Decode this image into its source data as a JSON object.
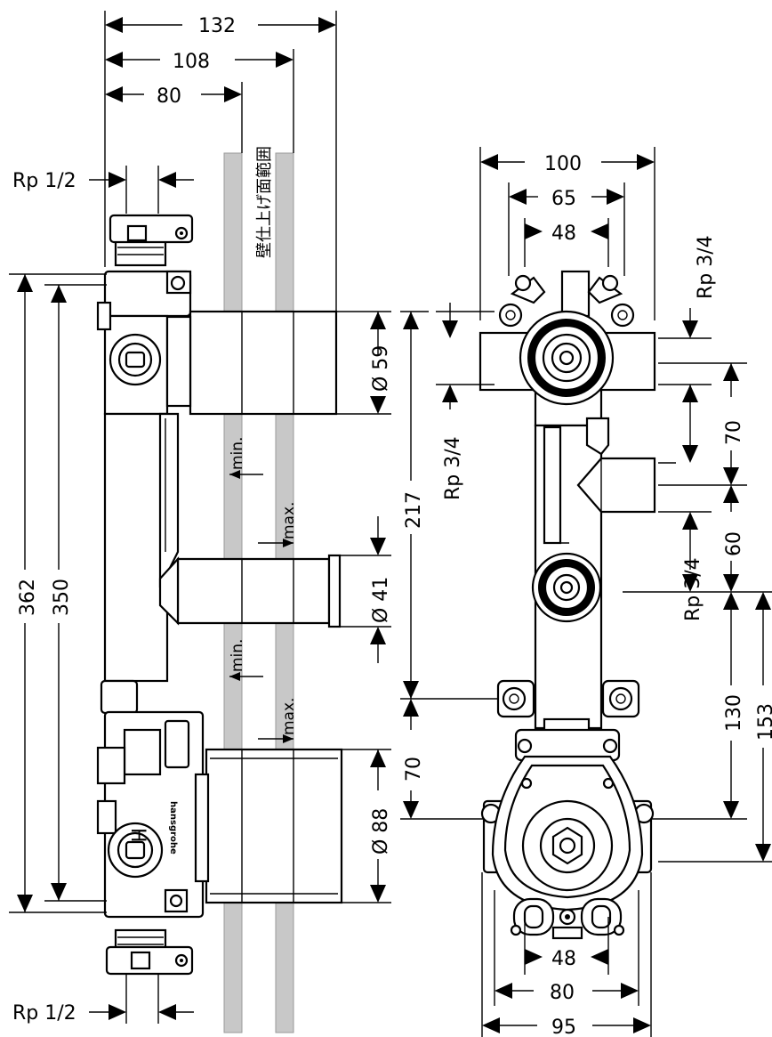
{
  "side_view": {
    "depth_total": "132",
    "depth_max": "108",
    "depth_min": "80",
    "wall_range_label": "壁仕上げ面範囲",
    "height_total": "362",
    "height_inner": "350",
    "pipe_top": "Ø 59",
    "pipe_mid": "Ø 41",
    "pipe_bottom": "Ø 88",
    "thread_top": "Rp 1/2",
    "thread_bottom": "Rp 1/2",
    "min_label_1": "min.",
    "max_label_1": "max.",
    "min_label_2": "min.",
    "max_label_2": "max.",
    "brand_mark": "hansgrohe",
    "h_mark": "H"
  },
  "front_view": {
    "width_top": "100",
    "width_mid": "65",
    "width_inner": "48",
    "thread_top_right": "Rp 3/4",
    "thread_left_a": "Rp 3/4",
    "thread_left_b": "Rp 3/4",
    "spacing_217": "217",
    "spacing_70_right": "70",
    "spacing_60": "60",
    "spacing_70_left": "70",
    "spacing_130": "130",
    "spacing_153": "153",
    "width_bottom_48": "48",
    "width_bottom_80": "80",
    "width_bottom_95": "95"
  }
}
